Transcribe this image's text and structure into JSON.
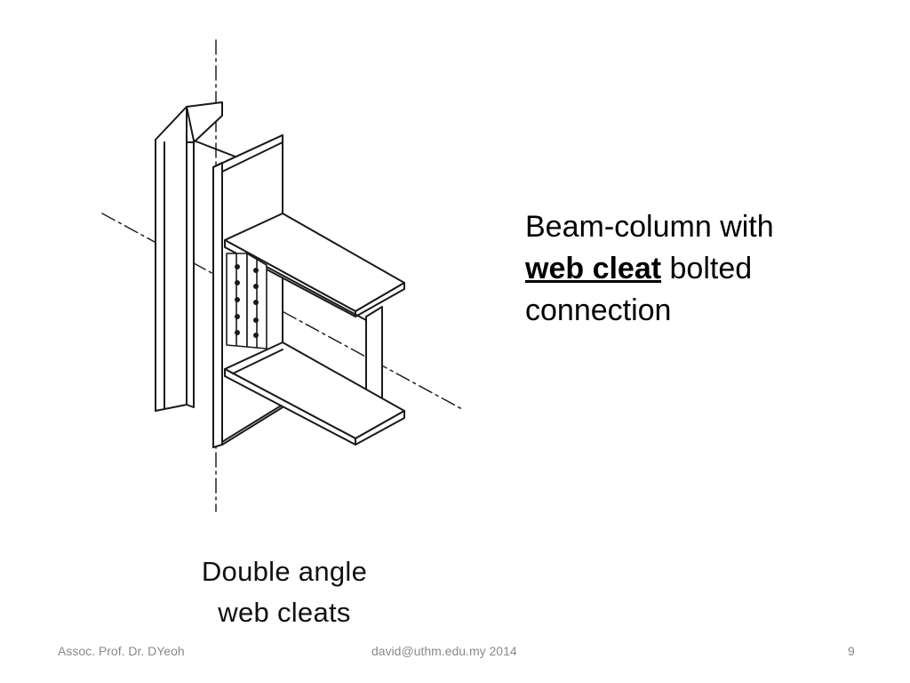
{
  "diagram": {
    "caption_line1": "Double angle",
    "caption_line2": "web cleats"
  },
  "description": {
    "line1": "Beam-column with",
    "line2_bold": "web cleat",
    "line2_rest": " bolted",
    "line3": "connection"
  },
  "footer": {
    "author": "Assoc. Prof. Dr. DYeoh",
    "email_year": "david@uthm.edu.my 2014",
    "page_number": "9"
  }
}
